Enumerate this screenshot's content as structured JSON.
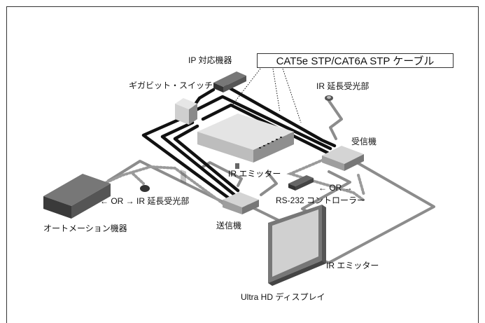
{
  "labels": {
    "cable_type": "CAT5e STP/CAT6A STP ケーブル",
    "ip_device": "IP 対応機器",
    "gigabit_switch": "ギガビット・スイッチ",
    "ir_extender_receiver_top": "IR 延長受光部",
    "receiver": "受信機",
    "ir_emitter_center": "IR エミッター",
    "or_rs232": "← OR →",
    "rs232_controller": "RS-232 コントローラー",
    "or_ir_extender": "← OR → IR 延長受光部",
    "transmitter": "送信機",
    "automation_device": "オートメーション機器",
    "ir_emitter_display": "IR エミッター",
    "display": "Ultra HD ディスプレイ"
  },
  "colors": {
    "cat_cable": "#111111",
    "grey_cable": "#8c8c8c",
    "dotted_cable": "#8c8c8c",
    "device_top": "#dcdcdc",
    "device_side": "#9a9a9a"
  }
}
